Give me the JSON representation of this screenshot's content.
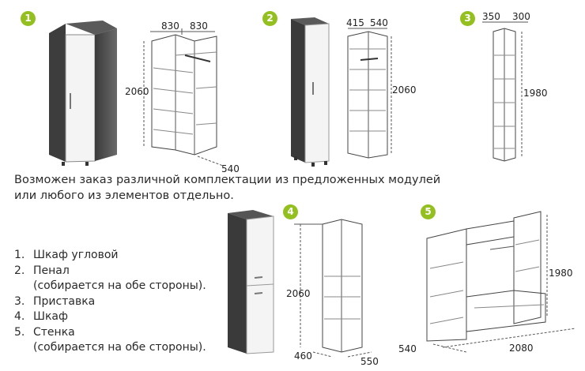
{
  "badges": [
    "1",
    "2",
    "3",
    "4",
    "5"
  ],
  "dimensions": {
    "m1_width_a": "830",
    "m1_width_b": "830",
    "m1_height": "2060",
    "m1_depth": "540",
    "m2_width": "415",
    "m2_depth": "540",
    "m2_height": "2060",
    "m3_width": "350",
    "m3_depth": "300",
    "m3_height": "1980",
    "m4_height": "2060",
    "m4_depth": "460",
    "m4_width": "550",
    "m5_height": "1980",
    "m5_depth": "540",
    "m5_width": "2080"
  },
  "note": {
    "line1": "Возможен заказ различной комплектации из предложенных модулей",
    "line2": "или любого из элементов отдельно."
  },
  "legend": [
    {
      "num": "1.",
      "text": "Шкаф угловой"
    },
    {
      "num": "2.",
      "text": "Пенал"
    },
    {
      "num": "",
      "text": "(собирается на обе стороны)."
    },
    {
      "num": "3.",
      "text": "Приставка"
    },
    {
      "num": "4.",
      "text": "Шкаф"
    },
    {
      "num": "5.",
      "text": "Стенка"
    },
    {
      "num": "",
      "text": "(собирается на обе стороны)."
    }
  ]
}
